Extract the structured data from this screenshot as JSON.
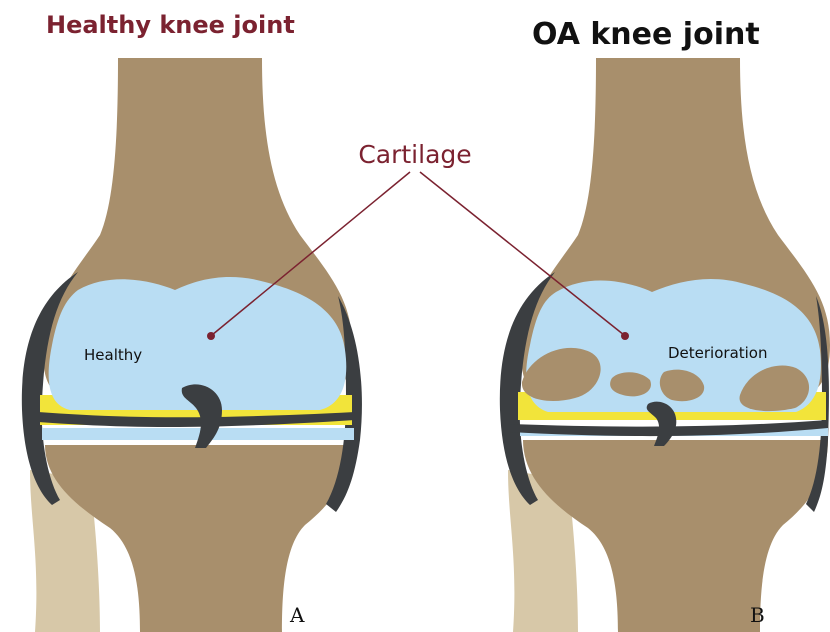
{
  "titles": {
    "left": "Healthy knee joint",
    "right": "OA knee joint"
  },
  "callout": "Cartilage",
  "labels": {
    "healthy": "Healthy",
    "deterioration": "Deterioration"
  },
  "panels": {
    "left": "A",
    "right": "B"
  },
  "colors": {
    "bone": "#a88f6c",
    "bone_light": "#d7c8a8",
    "cartilage": "#b9ddf3",
    "meniscus": "#f2e43a",
    "capsule": "#3b3e41",
    "callout_line": "#7b2230",
    "left_title": "#7b2230",
    "right_title": "#111111"
  }
}
